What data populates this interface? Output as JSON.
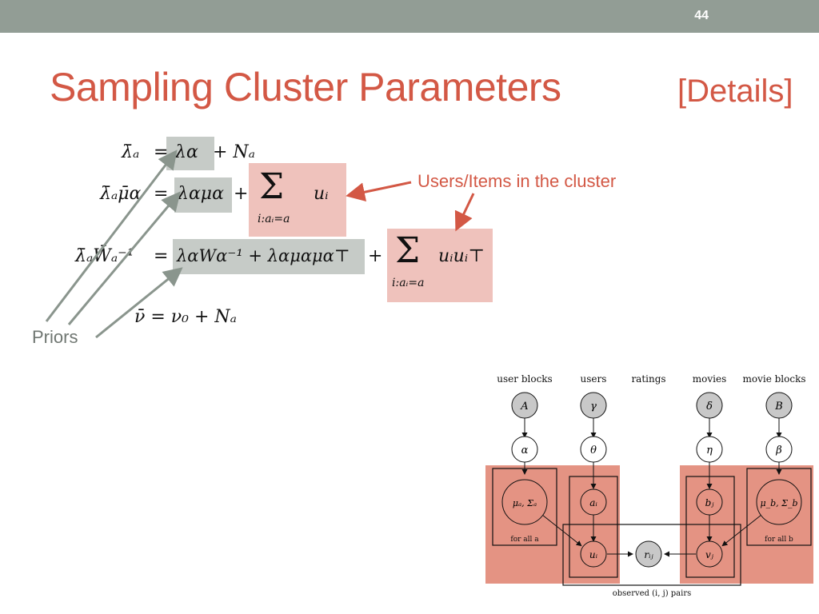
{
  "slide": {
    "number": "44"
  },
  "title": {
    "main": "Sampling Cluster Parameters",
    "details": "[Details]"
  },
  "equations": {
    "eq1": {
      "lhs": "λ̄ₐ",
      "eq": "=",
      "term1": "λα",
      "rest": "+ Nₐ"
    },
    "eq2": {
      "lhs": "λ̄ₐμ̄α",
      "eq": "=",
      "term1": "λαμα",
      "plus": "+",
      "sum_sym": "Σ",
      "sum_sub": "i:aᵢ=a",
      "sum_body": "uᵢ"
    },
    "eq3": {
      "lhs": "λ̄ₐW̄ₐ⁻¹",
      "eq": "=",
      "term1": "λαWα⁻¹ + λαμαμα⊤",
      "plus": "+",
      "sum_sym": "Σ",
      "sum_sub": "i:aᵢ=a",
      "sum_body": "uᵢuᵢ⊤"
    },
    "eq4": {
      "text": "ν̄ = ν₀ + Nₐ"
    }
  },
  "annotations": {
    "callout": "Users/Items in the cluster",
    "priors": "Priors"
  },
  "colors": {
    "accent": "#d35845",
    "grey_highlight": "#c6cbc7",
    "pink_highlight": "#efc2bc",
    "plate": "#e49383",
    "topbar": "#929d95"
  },
  "graphical_model": {
    "headers": {
      "user_blocks": "user blocks",
      "users": "users",
      "ratings": "ratings",
      "movies": "movies",
      "movie_blocks": "movie blocks"
    },
    "nodes": {
      "A": "A",
      "gamma": "γ",
      "delta": "δ",
      "B": "B",
      "alpha": "α",
      "theta": "θ",
      "eta": "η",
      "beta": "β",
      "mu_a": "μₐ, Σₐ",
      "a_i": "aᵢ",
      "b_j": "bⱼ",
      "mu_b": "μ_b, Σ_b",
      "u_i": "uᵢ",
      "r_ij": "rᵢⱼ",
      "v_j": "vⱼ"
    },
    "plates": {
      "for_all_a": "for all a",
      "for_all_b": "for all b",
      "observed": "observed (i, j) pairs"
    }
  }
}
